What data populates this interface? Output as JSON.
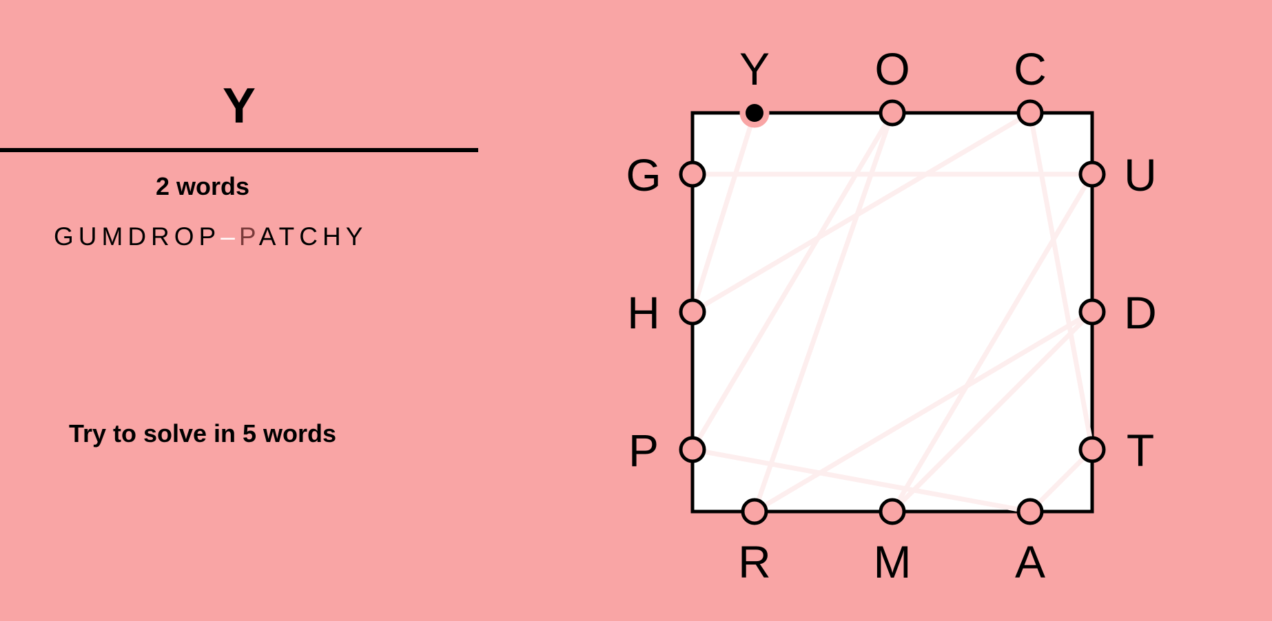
{
  "game": {
    "current_word": "Y",
    "words_count_label": "2 words",
    "found_words": [
      {
        "word": "GUMDROP",
        "first": "G",
        "rest": "UMDROP"
      },
      {
        "word": "PATCHY",
        "first": "P",
        "rest": "ATCHY"
      }
    ],
    "separator": "–",
    "goal_label": "Try to solve in 5 words"
  },
  "board": {
    "top": [
      "Y",
      "O",
      "C"
    ],
    "right": [
      "U",
      "D",
      "T"
    ],
    "bottom": [
      "R",
      "M",
      "A"
    ],
    "left": [
      "G",
      "H",
      "P"
    ],
    "selected_letter": "Y",
    "used_paths": [
      [
        "G",
        "U",
        "M",
        "D",
        "R",
        "O",
        "P"
      ],
      [
        "P",
        "A",
        "T",
        "C",
        "H",
        "Y"
      ]
    ]
  },
  "colors": {
    "background": "#f9a5a5",
    "box_fill": "#ffffff",
    "path_line": "#fdeeee",
    "node_fill": "#f9a5a5",
    "selected_node": "#000000"
  }
}
